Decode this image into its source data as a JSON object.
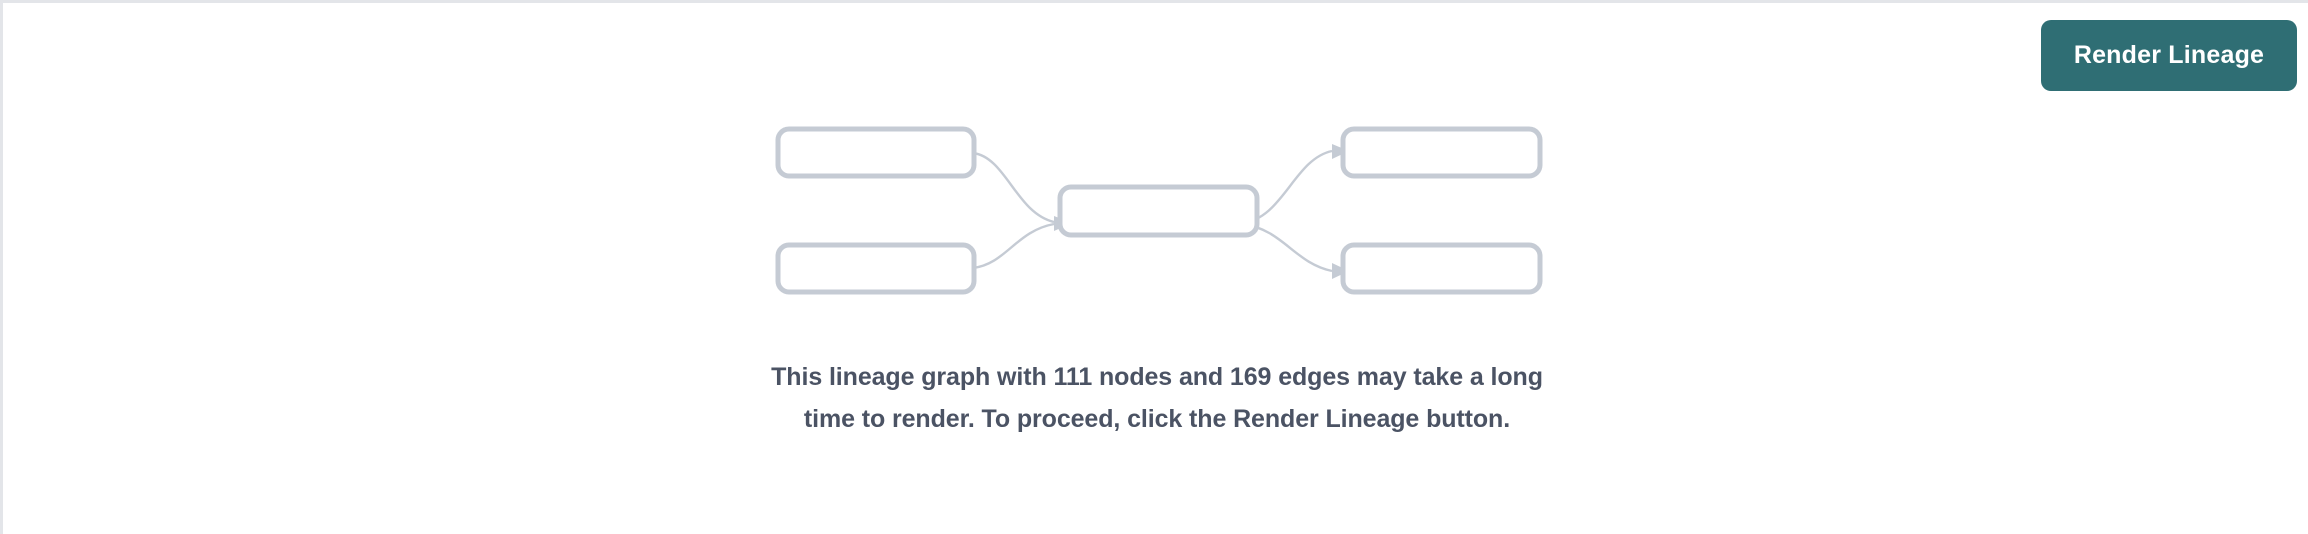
{
  "panel": {
    "background_color": "#ffffff",
    "border_color": "#e3e5e9"
  },
  "actions": {
    "render_lineage_label": "Render Lineage",
    "render_lineage_color": "#2f6e74",
    "render_lineage_text_color": "#ffffff"
  },
  "message": {
    "text": "This lineage graph with 111 nodes and 169 edges may take a long time to render. To proceed, click the Render Lineage button.",
    "color": "#4b5364",
    "node_count": "111",
    "edge_count": "169"
  },
  "placeholder_graph": {
    "icon_name": "lineage-graph-placeholder-icon",
    "node_border_color": "#c5cbd4",
    "edge_color": "#c5cbd4",
    "nodes": [
      {
        "id": "upstream-1",
        "column": "left",
        "row": "top"
      },
      {
        "id": "upstream-2",
        "column": "left",
        "row": "bottom"
      },
      {
        "id": "focus",
        "column": "center",
        "row": "middle"
      },
      {
        "id": "downstream-1",
        "column": "right",
        "row": "top"
      },
      {
        "id": "downstream-2",
        "column": "right",
        "row": "bottom"
      }
    ],
    "edges": [
      {
        "from": "upstream-1",
        "to": "focus"
      },
      {
        "from": "upstream-2",
        "to": "focus"
      },
      {
        "from": "focus",
        "to": "downstream-1"
      },
      {
        "from": "focus",
        "to": "downstream-2"
      }
    ]
  }
}
